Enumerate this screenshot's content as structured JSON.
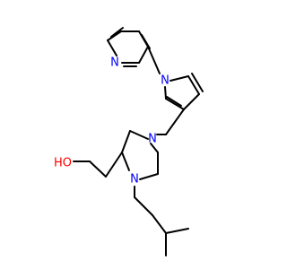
{
  "molecule": {
    "atoms": {
      "pyridine_n": {
        "label": "N",
        "color": "#0000ff"
      },
      "pyrrole_n": {
        "label": "N",
        "color": "#0000ff"
      },
      "piperazine_n4": {
        "label": "N",
        "color": "#0000ff"
      },
      "piperazine_n1": {
        "label": "N",
        "color": "#0000ff"
      },
      "hydroxyl": {
        "label": "HO",
        "color": "#ff0000"
      }
    },
    "bond_color": "#000000"
  }
}
